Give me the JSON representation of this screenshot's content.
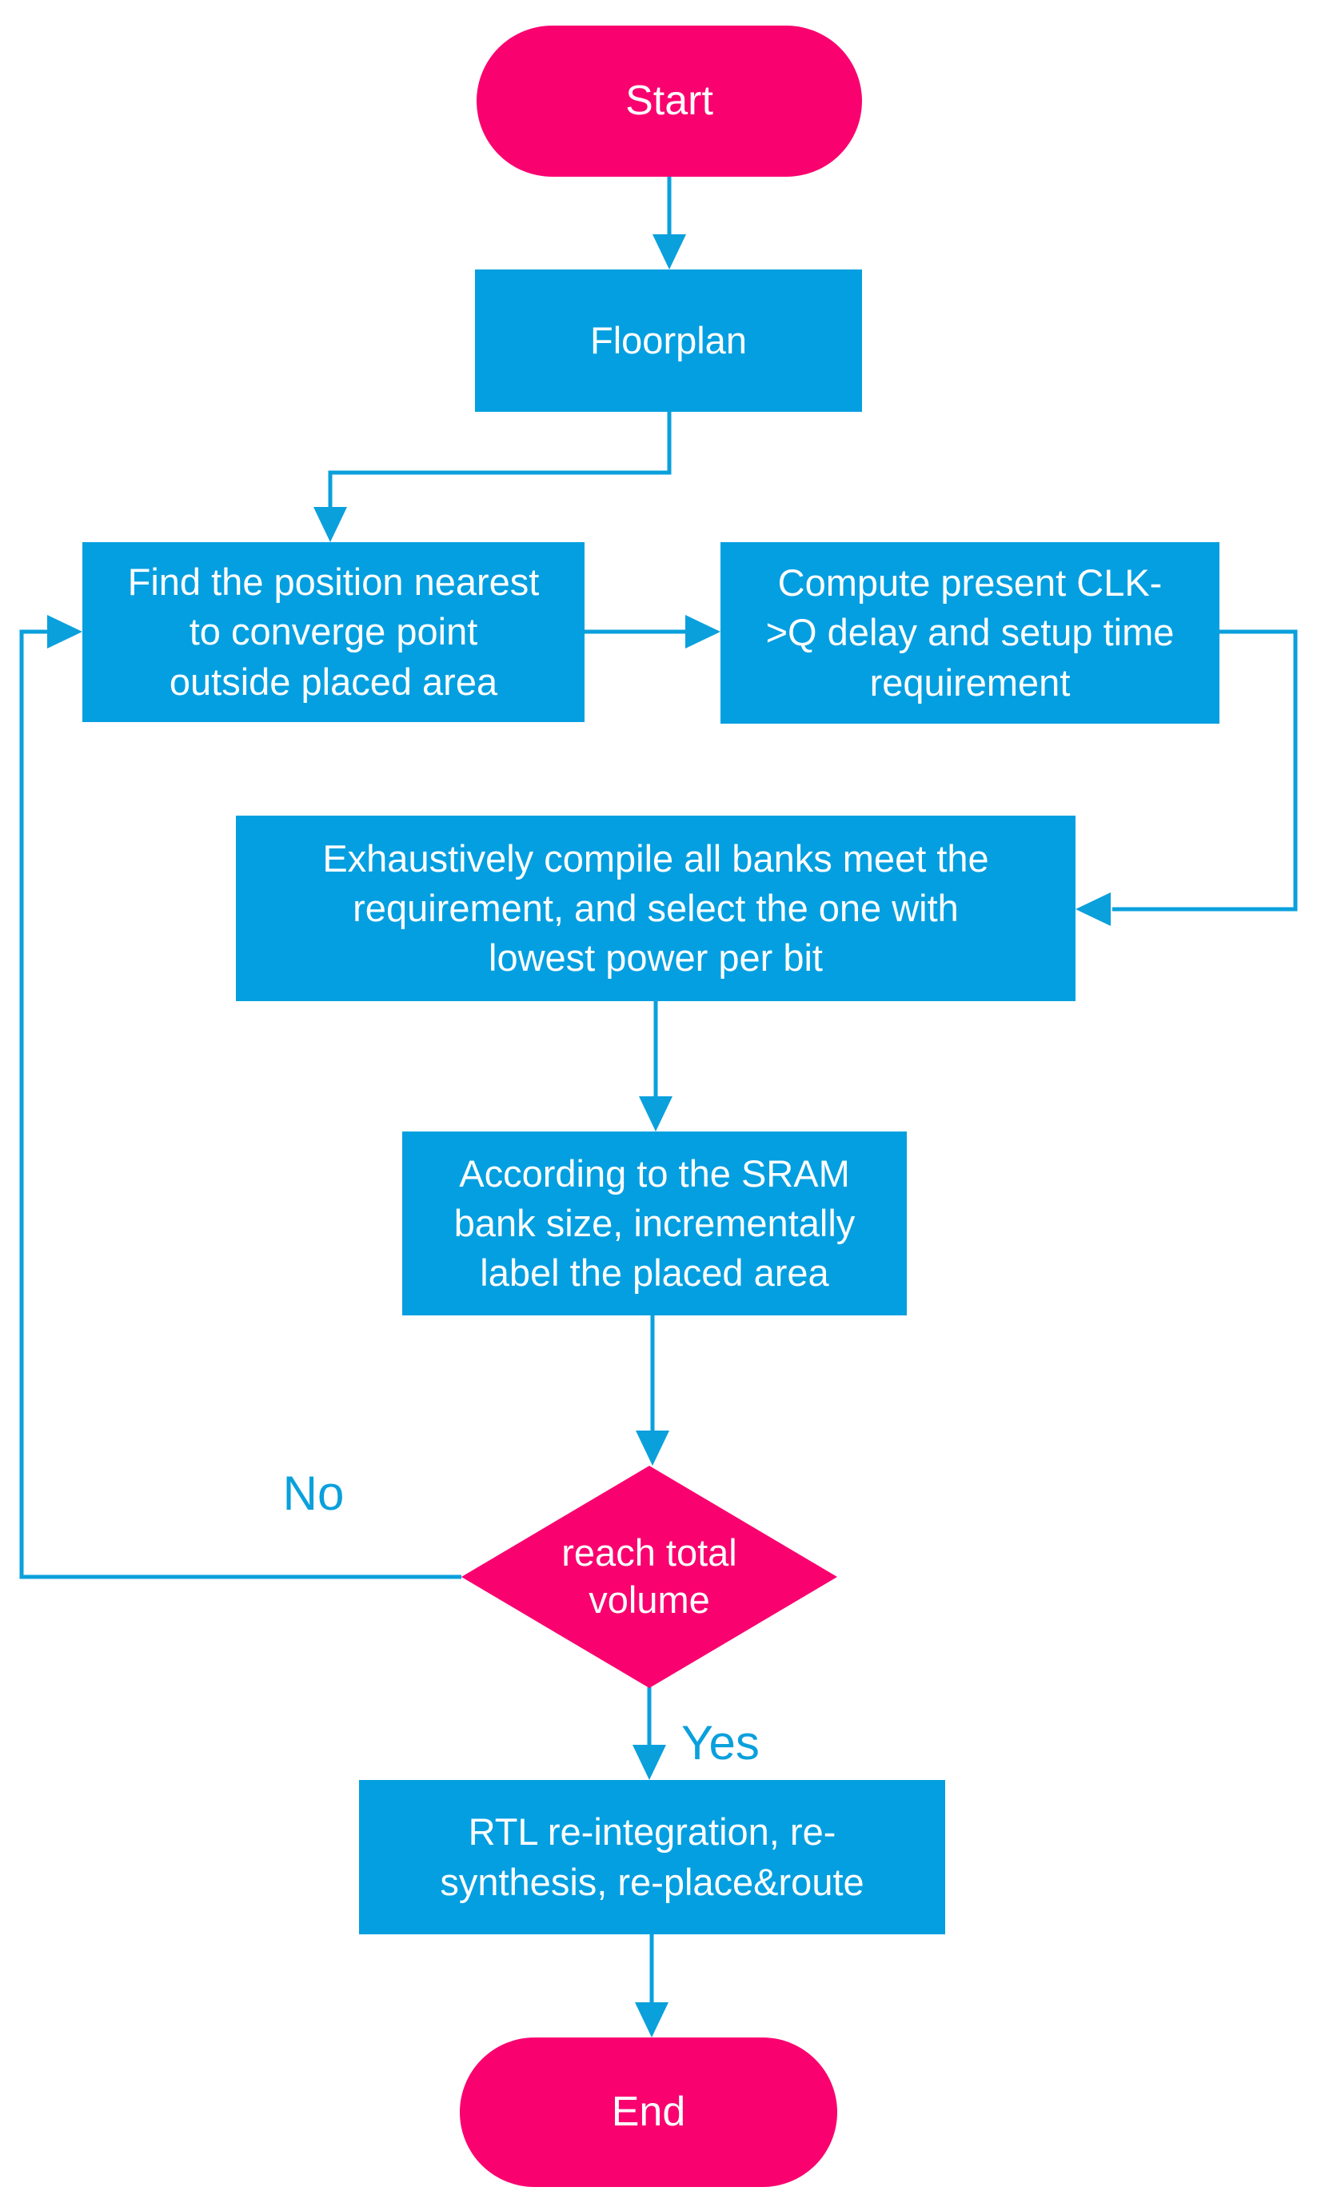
{
  "flowchart": {
    "nodes": {
      "start": {
        "type": "terminator",
        "label": "Start"
      },
      "floorplan": {
        "type": "process",
        "label": "Floorplan"
      },
      "find_position": {
        "type": "process",
        "label": "Find the position nearest to converge point outside placed area",
        "lines": [
          "Find the position nearest",
          "to converge point",
          "outside placed area"
        ]
      },
      "compute_delay": {
        "type": "process",
        "label": "Compute present CLK->Q delay and setup time requirement",
        "lines": [
          "Compute present CLK-",
          ">Q delay and setup time",
          "requirement"
        ]
      },
      "compile_banks": {
        "type": "process",
        "label": "Exhaustively compile all banks meet the requirement, and select the one with lowest power per bit",
        "lines": [
          "Exhaustively compile all  banks meet the",
          "requirement, and select the one with",
          "lowest power per bit"
        ]
      },
      "label_area": {
        "type": "process",
        "label": "According to the SRAM bank size, incrementally label the placed area",
        "lines": [
          "According to the SRAM",
          "bank size, incrementally",
          "label the placed area"
        ]
      },
      "reach_volume": {
        "type": "decision",
        "label": "reach total volume",
        "lines": [
          "reach total",
          "volume"
        ]
      },
      "rtl_reintegration": {
        "type": "process",
        "label": "RTL re-integration, re-synthesis, re-place&route",
        "lines": [
          "RTL re-integration, re-",
          "synthesis, re-place&route"
        ]
      },
      "end": {
        "type": "terminator",
        "label": "End"
      }
    },
    "edge_labels": {
      "no": "No",
      "yes": "Yes"
    },
    "colors": {
      "process_fill": "#049FE0",
      "terminator_fill": "#F9016F",
      "decision_fill": "#F9016F",
      "connector": "#0AA0DC",
      "node_text": "#FFFFFF",
      "edge_label_text": "#0AA0DC",
      "background": "#FFFFFF"
    }
  }
}
